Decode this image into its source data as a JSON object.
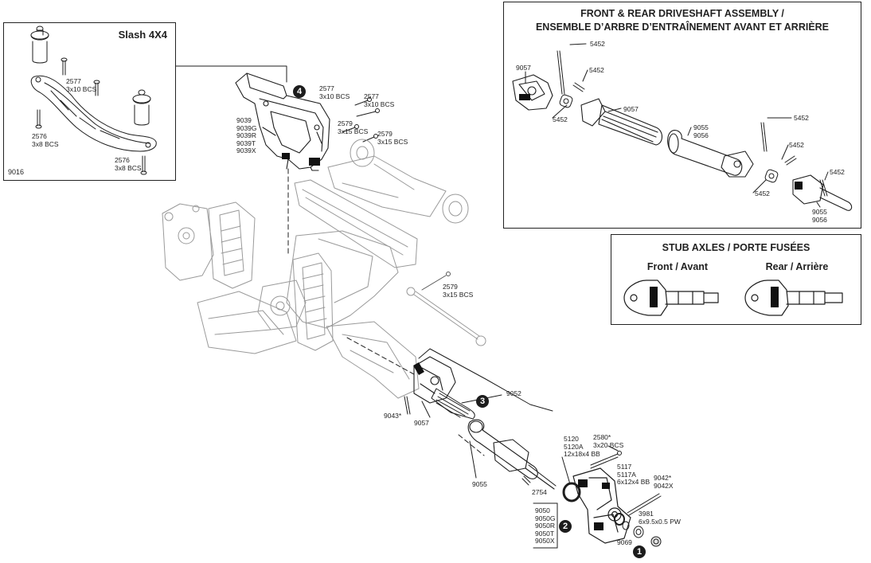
{
  "inset_slash": {
    "title": "Slash 4X4",
    "part_number": "9016",
    "screw_top": {
      "part": "2577",
      "size": "3x10 BCS"
    },
    "screw_left": {
      "part": "2576",
      "size": "3x8 BCS"
    },
    "screw_bottom": {
      "part": "2576",
      "size": "3x8 BCS"
    }
  },
  "driveshaft_box": {
    "title_line1": "FRONT & REAR DRIVESHAFT ASSEMBLY /",
    "title_line2": "ENSEMBLE D’ARBRE D’ENTRAÎNEMENT AVANT ET ARRIÈRE",
    "labels": {
      "pin_a": "5452",
      "pin_b": "5452",
      "pin_c": "5452",
      "pin_d": "5452",
      "pin_e": "5452",
      "pin_f": "5452",
      "pin_g": "5452",
      "yoke_left": "9057",
      "yoke_shaft": "9057",
      "shaft_mid": "9055\n9056",
      "axle_right": "9055\n9056"
    }
  },
  "stub_box": {
    "title": "STUB AXLES / PORTE FUSÉES",
    "front": "Front / Avant",
    "rear": "Rear / Arrière"
  },
  "main": {
    "bulkhead_parts": "9039\n9039G\n9039R\n9039T\n9039X",
    "screw_2577_a": "2577\n3x10 BCS",
    "screw_2577_b": "2577\n3x10 BCS",
    "screw_2579_a": "2579\n3x15 BCS",
    "screw_2579_b": "2579\n3x15 BCS",
    "screw_2579_c": "2579\n3x15 BCS",
    "part_9052": "9052",
    "part_9043": "9043*",
    "part_9057": "9057",
    "part_9055": "9055",
    "part_2754": "2754",
    "bearing_5120": "5120\n5120A\n12x18x4 BB",
    "screw_2580": "2580*\n3x20 BCS",
    "bearing_5117": "5117\n5117A\n6x12x4 BB",
    "pin_9042": "9042*\n9042X",
    "washer_3981": "3981\n6x9.5x0.5 PW",
    "carrier_parts": "9050\n9050G\n9050R\n9050T\n9050X",
    "nut_9069": "9069",
    "step1": "1",
    "step2": "2",
    "step3": "3",
    "step4": "4"
  }
}
